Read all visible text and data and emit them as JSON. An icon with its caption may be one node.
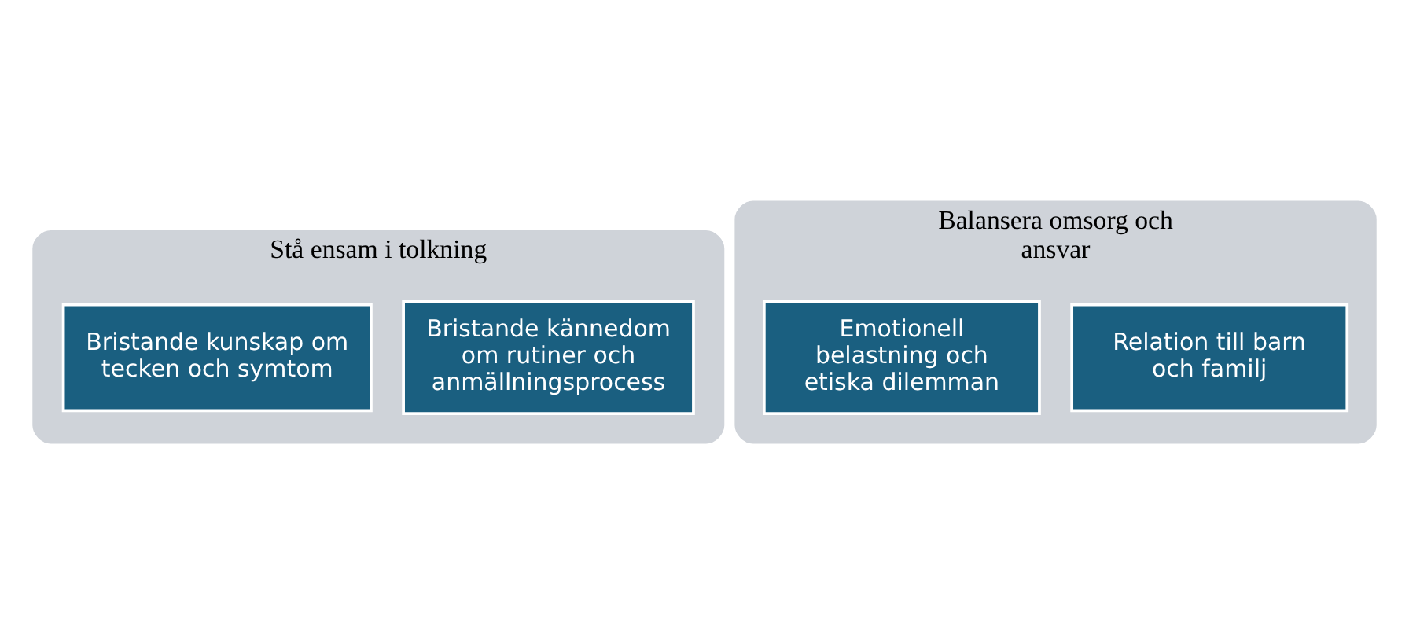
{
  "diagram": {
    "nodes": [
      {
        "text": [
          "Stå ensam i tolkning"
        ]
      },
      {
        "text": [
          "Bristande kännedom om rutiner och anmällningsprocess"
        ],
        "in": 0
      },
      {
        "text": [
          "Bristande kunskap om tecken och symtom"
        ],
        "in": 0
      },
      {
        "text": [
          "Balansera omsorg och ansvar"
        ]
      },
      {
        "text": [
          "Relation till barn och familj"
        ],
        "in": 3
      },
      {
        "text": [
          "Emotionell belastning och etiska dilemman"
        ],
        "in": 3
      }
    ]
  }
}
